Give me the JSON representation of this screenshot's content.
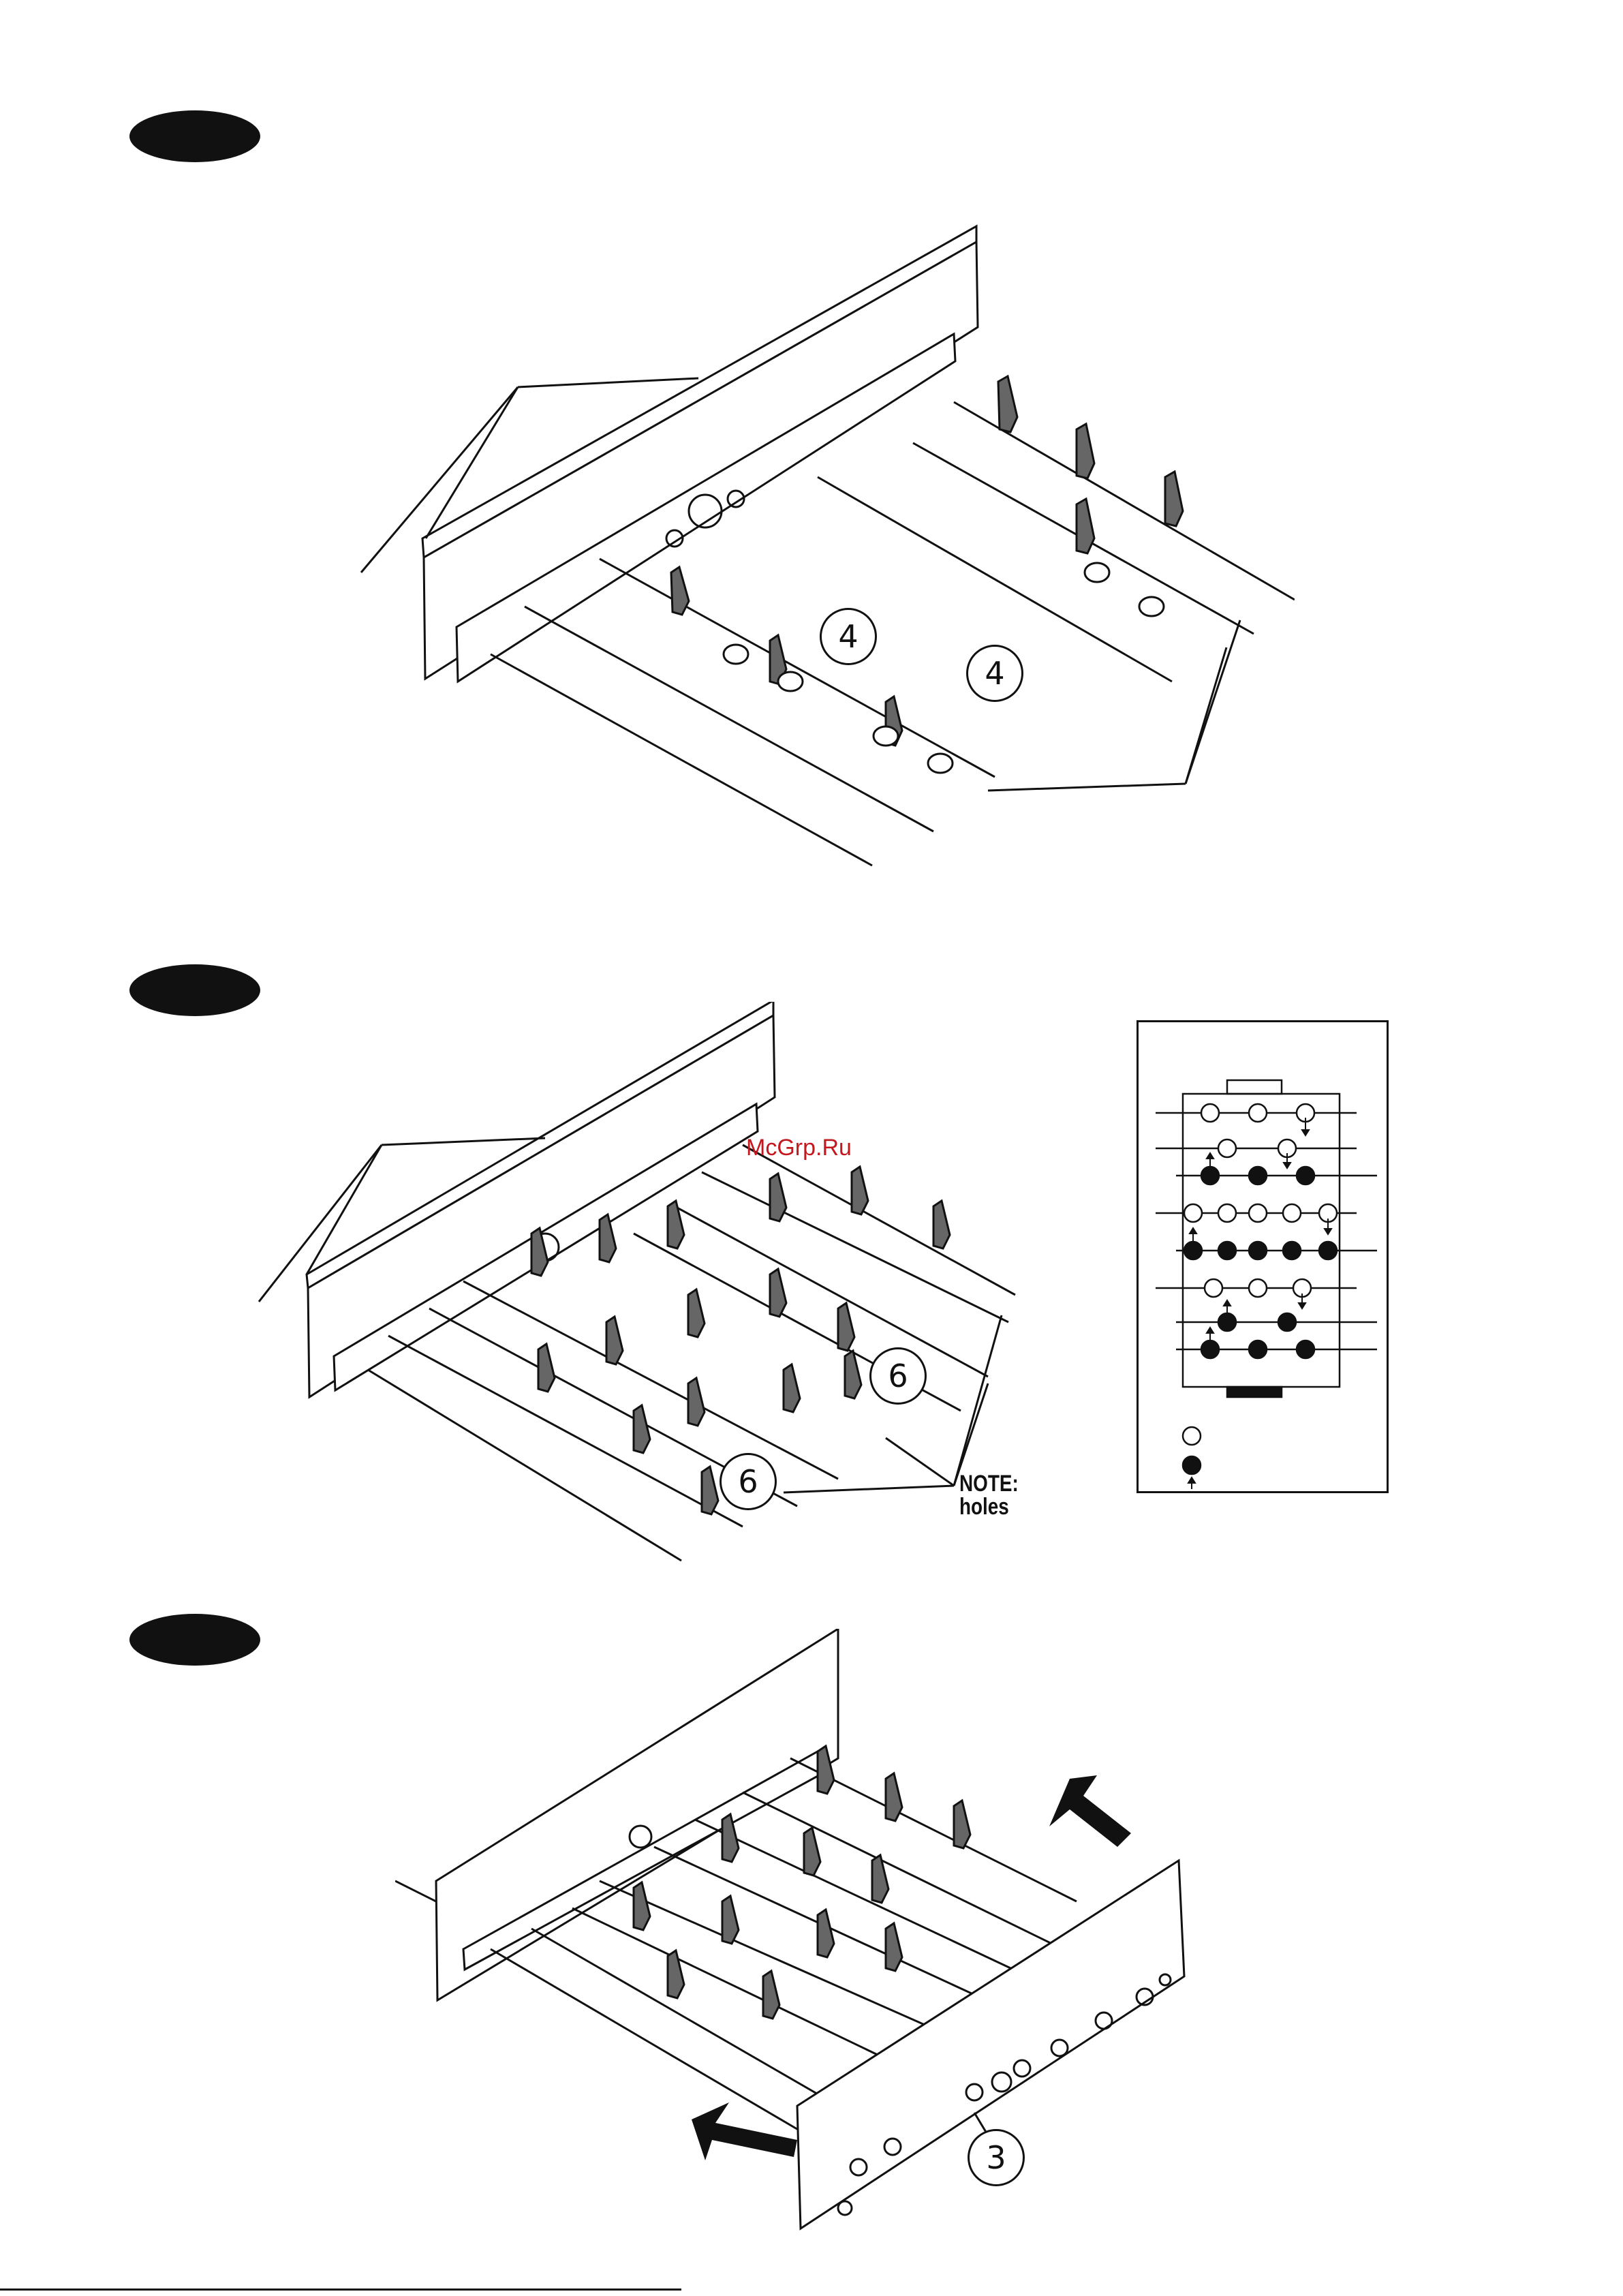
{
  "callouts": {
    "step1_a": "4",
    "step1_b": "4",
    "step2_a": "6",
    "step2_b": "6",
    "step3": "3"
  },
  "watermark": "McGrp.Ru",
  "note": {
    "line1": "NOTE:",
    "line2": "holes"
  },
  "colors": {
    "ink": "#111111",
    "figure_fill": "#666666",
    "watermark": "#c2181e"
  }
}
